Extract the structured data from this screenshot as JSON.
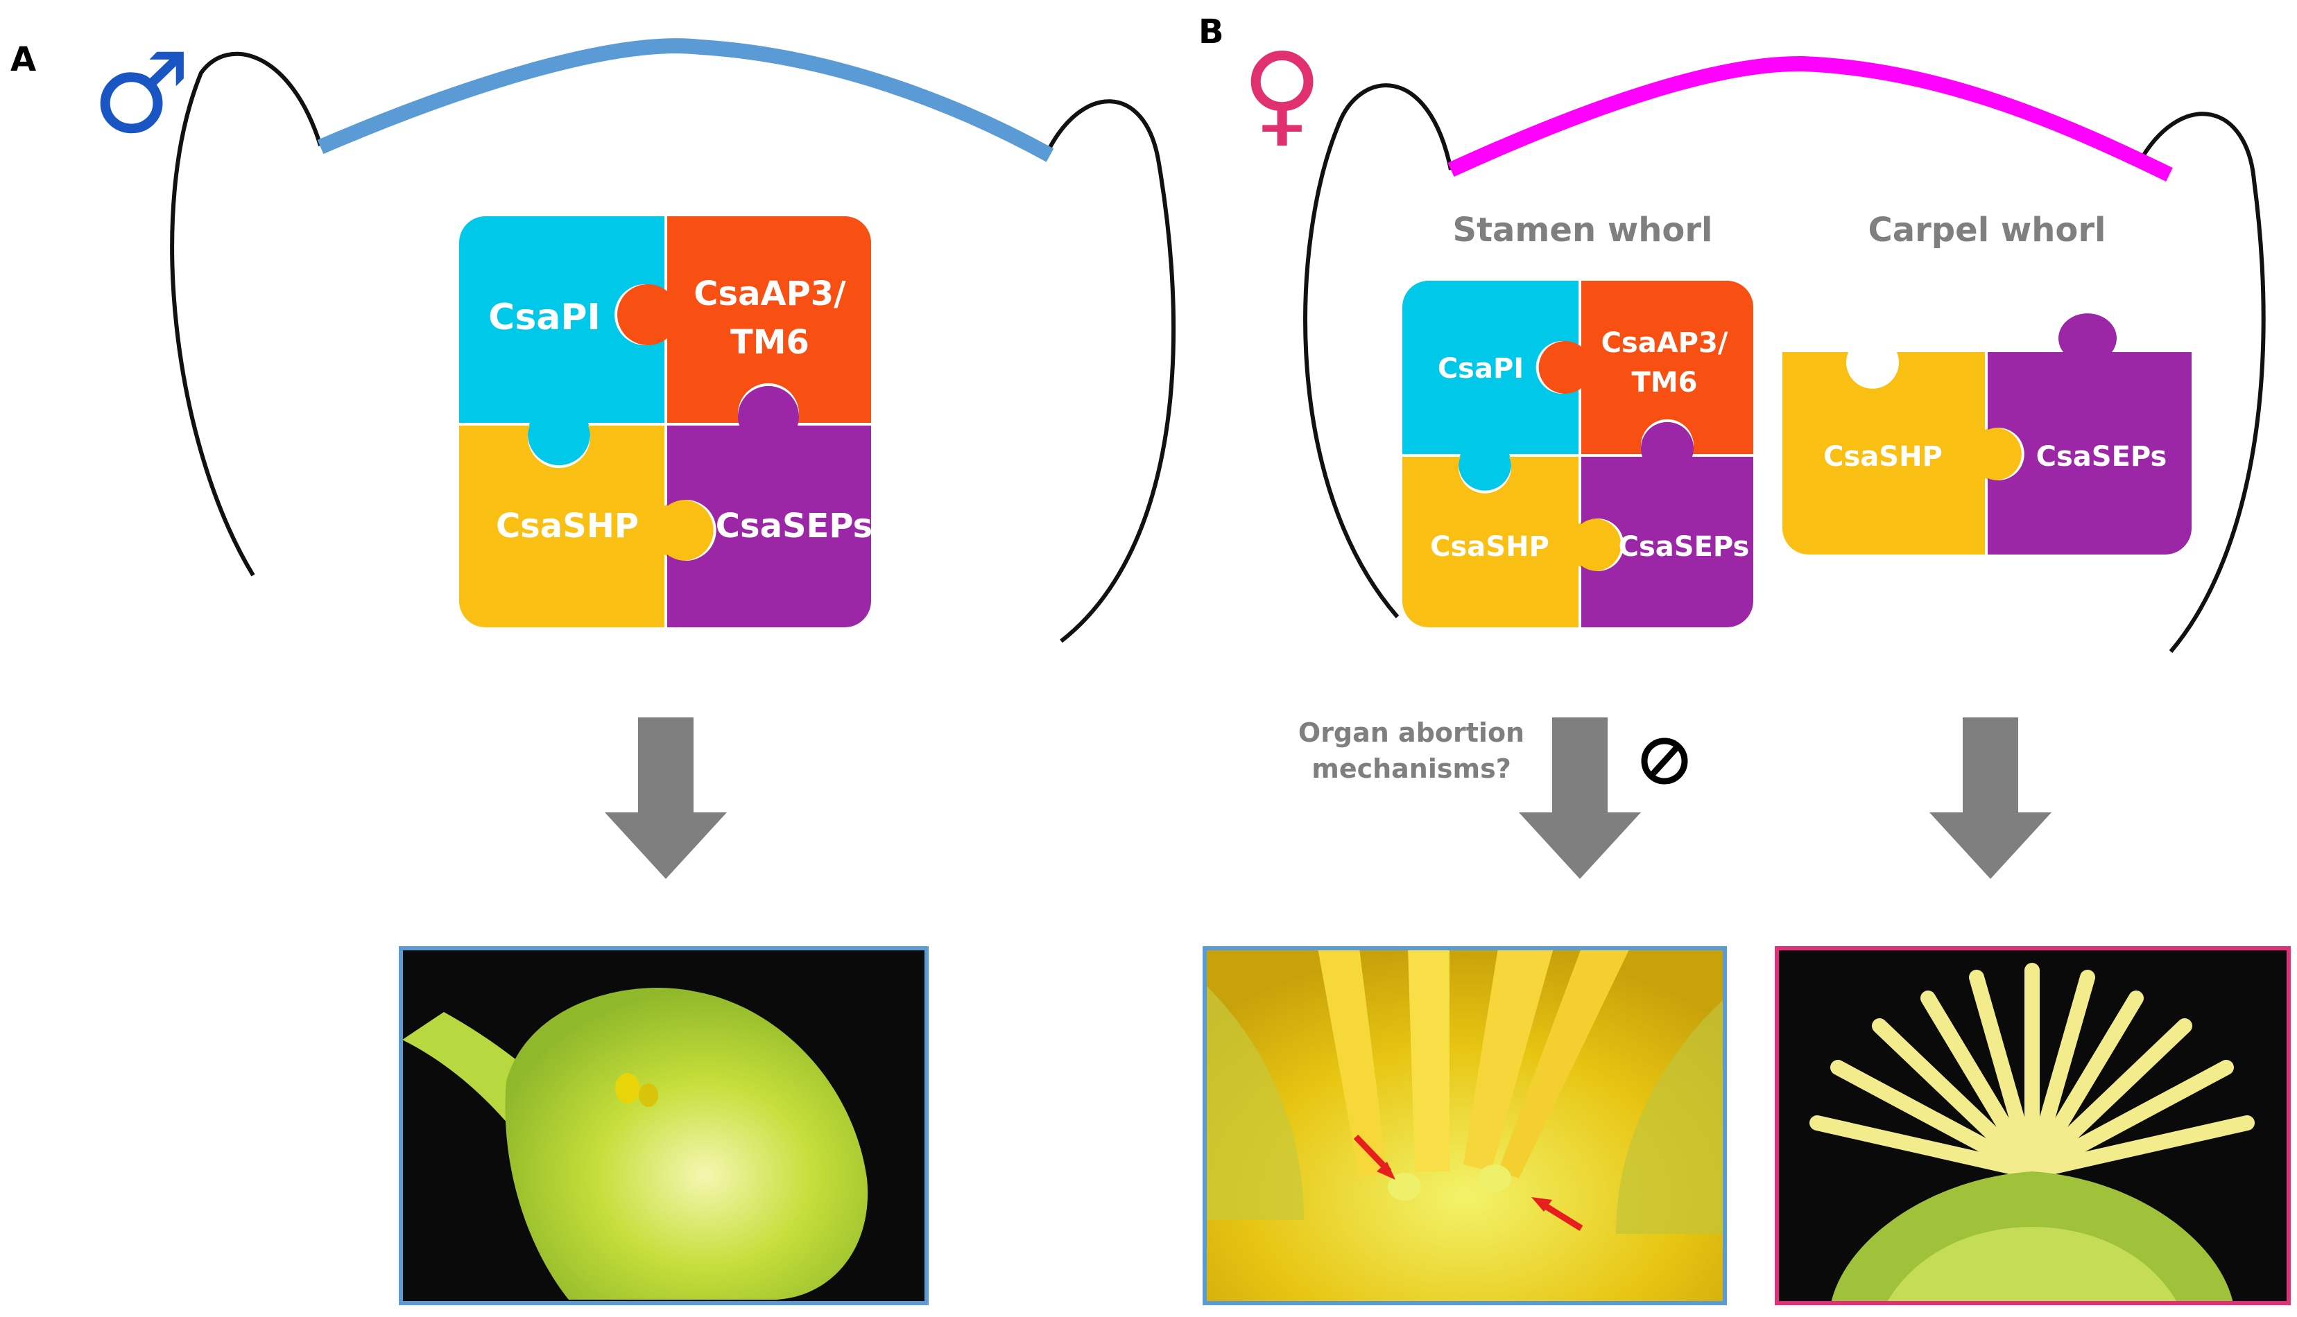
{
  "panel_a": {
    "label": "A",
    "symbol": "♂",
    "symbol_color": "#1a55c4",
    "stigma_color": "#5b9bd5",
    "puzzle": {
      "pi": "CsaPI",
      "ap3_line1": "CsaAP3/",
      "ap3_line2": "TM6",
      "shp": "CsaSHP",
      "seps": "CsaSEPs"
    }
  },
  "panel_b": {
    "label": "B",
    "symbol": "♀",
    "symbol_color": "#e0306e",
    "stigma_color": "#ff00ff",
    "stamen_whorl": "Stamen whorl",
    "carpel_whorl": "Carpel whorl",
    "stamen_puzzle": {
      "pi": "CsaPI",
      "ap3_line1": "CsaAP3/",
      "ap3_line2": "TM6",
      "shp": "CsaSHP",
      "seps": "CsaSEPs"
    },
    "carpel_puzzle": {
      "shp": "CsaSHP",
      "seps": "CsaSEPs"
    },
    "abortion_line1": "Organ abortion",
    "abortion_line2": "mechanisms?",
    "block_symbol": "⊘"
  },
  "colors": {
    "pi": "#00c8e8",
    "ap3": "#f84f12",
    "shp": "#f9c013",
    "seps": "#9b26a6",
    "arrow": "#7f7f7f",
    "photo_frame_blue": "#5b9bd5",
    "photo_frame_pink": "#e0307a"
  }
}
